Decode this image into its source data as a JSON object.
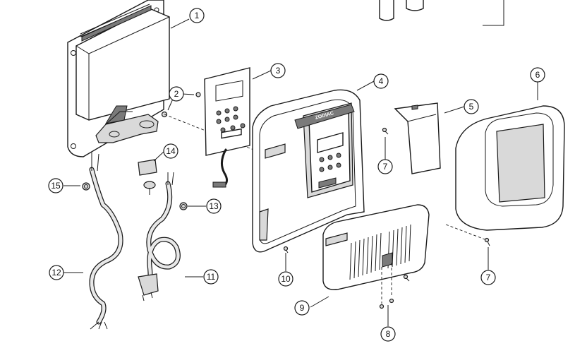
{
  "diagram": {
    "brand_label": "ZODIAC",
    "callouts": [
      {
        "id": "1",
        "label": "1"
      },
      {
        "id": "2",
        "label": "2"
      },
      {
        "id": "3",
        "label": "3"
      },
      {
        "id": "4",
        "label": "4"
      },
      {
        "id": "5",
        "label": "5"
      },
      {
        "id": "6",
        "label": "6"
      },
      {
        "id": "7a",
        "label": "7"
      },
      {
        "id": "7b",
        "label": "7"
      },
      {
        "id": "8",
        "label": "8"
      },
      {
        "id": "9",
        "label": "9"
      },
      {
        "id": "10",
        "label": "10"
      },
      {
        "id": "11",
        "label": "11"
      },
      {
        "id": "12",
        "label": "12"
      },
      {
        "id": "13",
        "label": "13"
      },
      {
        "id": "14",
        "label": "14"
      },
      {
        "id": "15",
        "label": "15"
      }
    ]
  }
}
